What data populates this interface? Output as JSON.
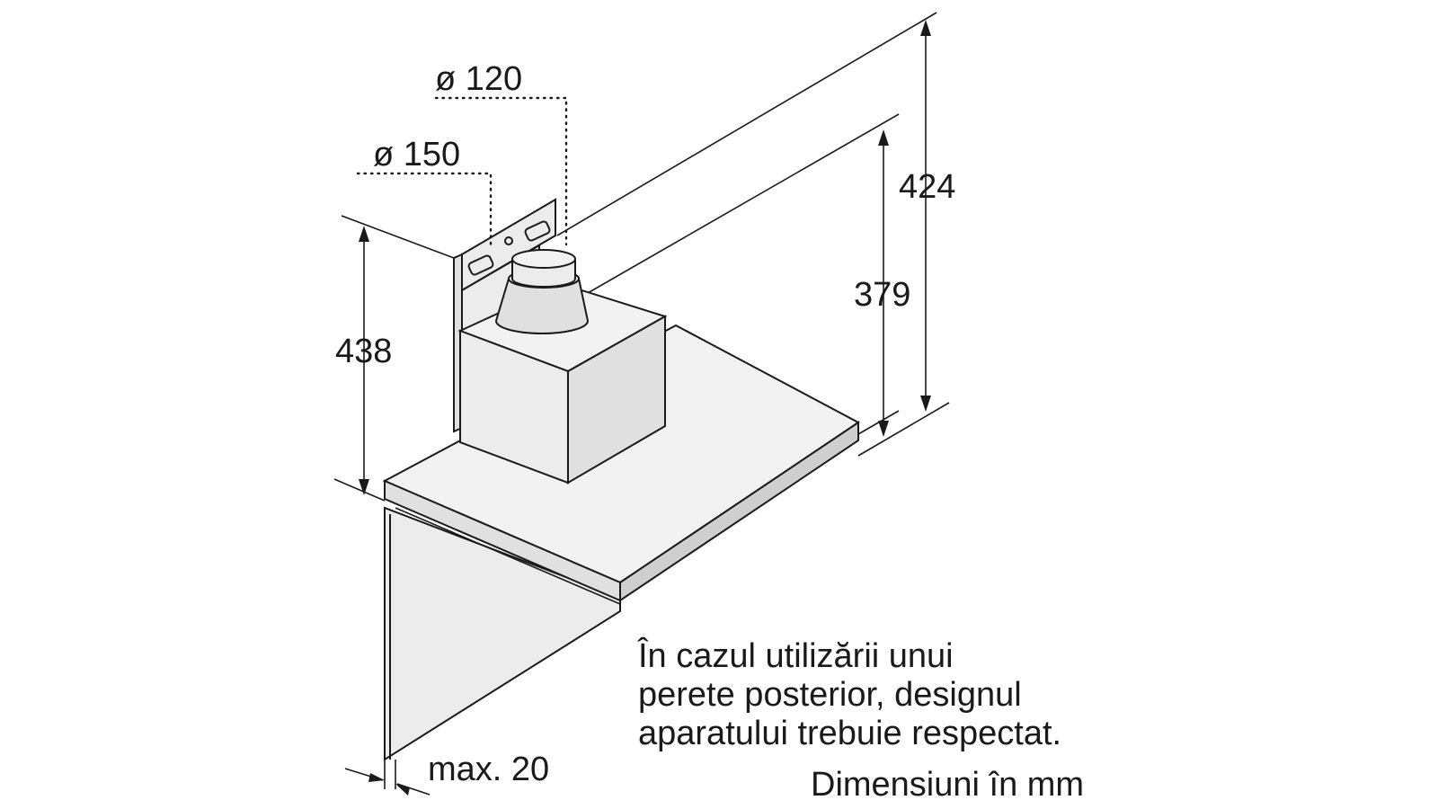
{
  "dimensions": {
    "duct_outer": "ø 120",
    "duct_inner": "ø 150",
    "height_total": "424",
    "height_inner": "379",
    "height_left": "438",
    "max_gap": "max. 20"
  },
  "note": {
    "line1": "În cazul utilizării unui",
    "line2": "perete posterior, designul",
    "line3": "aparatului trebuie respectat."
  },
  "units": "Dimensiuni în mm"
}
